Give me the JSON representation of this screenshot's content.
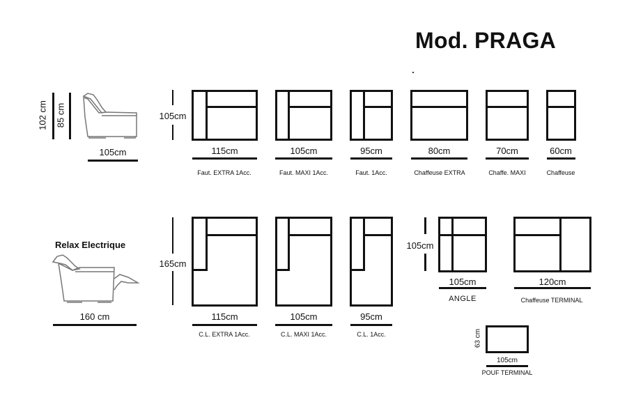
{
  "title": "Mod. PRAGA",
  "side_profile": {
    "height_total": "102 cm",
    "height_seat": "85 cm",
    "depth": "105cm"
  },
  "relax": {
    "label": "Relax Electrique",
    "depth": "160 cm"
  },
  "top_row": {
    "height": "105cm",
    "modules": [
      {
        "width": "115cm",
        "name": "Faut. EXTRA 1Acc."
      },
      {
        "width": "105cm",
        "name": "Faut. MAXI 1Acc."
      },
      {
        "width": "95cm",
        "name": "Faut. 1Acc."
      },
      {
        "width": "80cm",
        "name": "Chaffeuse EXTRA"
      },
      {
        "width": "70cm",
        "name": "Chaffe. MAXI"
      },
      {
        "width": "60cm",
        "name": "Chaffeuse"
      }
    ]
  },
  "bottom_row": {
    "height": "165cm",
    "modules": [
      {
        "width": "115cm",
        "name": "C.L. EXTRA 1Acc."
      },
      {
        "width": "105cm",
        "name": "C.L. MAXI 1Acc."
      },
      {
        "width": "95cm",
        "name": "C.L. 1Acc."
      }
    ]
  },
  "angle": {
    "height": "105cm",
    "width": "105cm",
    "name": "ANGLE"
  },
  "chaffeuse_terminal": {
    "width": "120cm",
    "name": "Chaffeuse  TERMINAL"
  },
  "pouf": {
    "height": "63 cm",
    "width": "105cm",
    "name": "POUF  TERMINAL"
  }
}
